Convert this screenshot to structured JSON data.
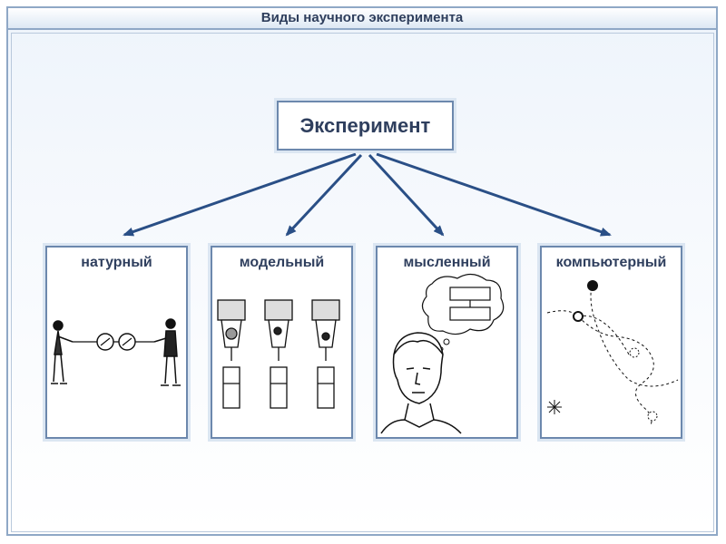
{
  "header": {
    "title": "Виды научного эксперимента"
  },
  "diagram": {
    "root": {
      "label": "Эксперимент"
    },
    "types": [
      {
        "label": "натурный"
      },
      {
        "label": "модельный"
      },
      {
        "label": "мысленный"
      },
      {
        "label": "компьютерный"
      }
    ]
  },
  "colors": {
    "arrow": "#2a4f86",
    "border": "#6c88ad",
    "text": "#2f3f5e"
  }
}
